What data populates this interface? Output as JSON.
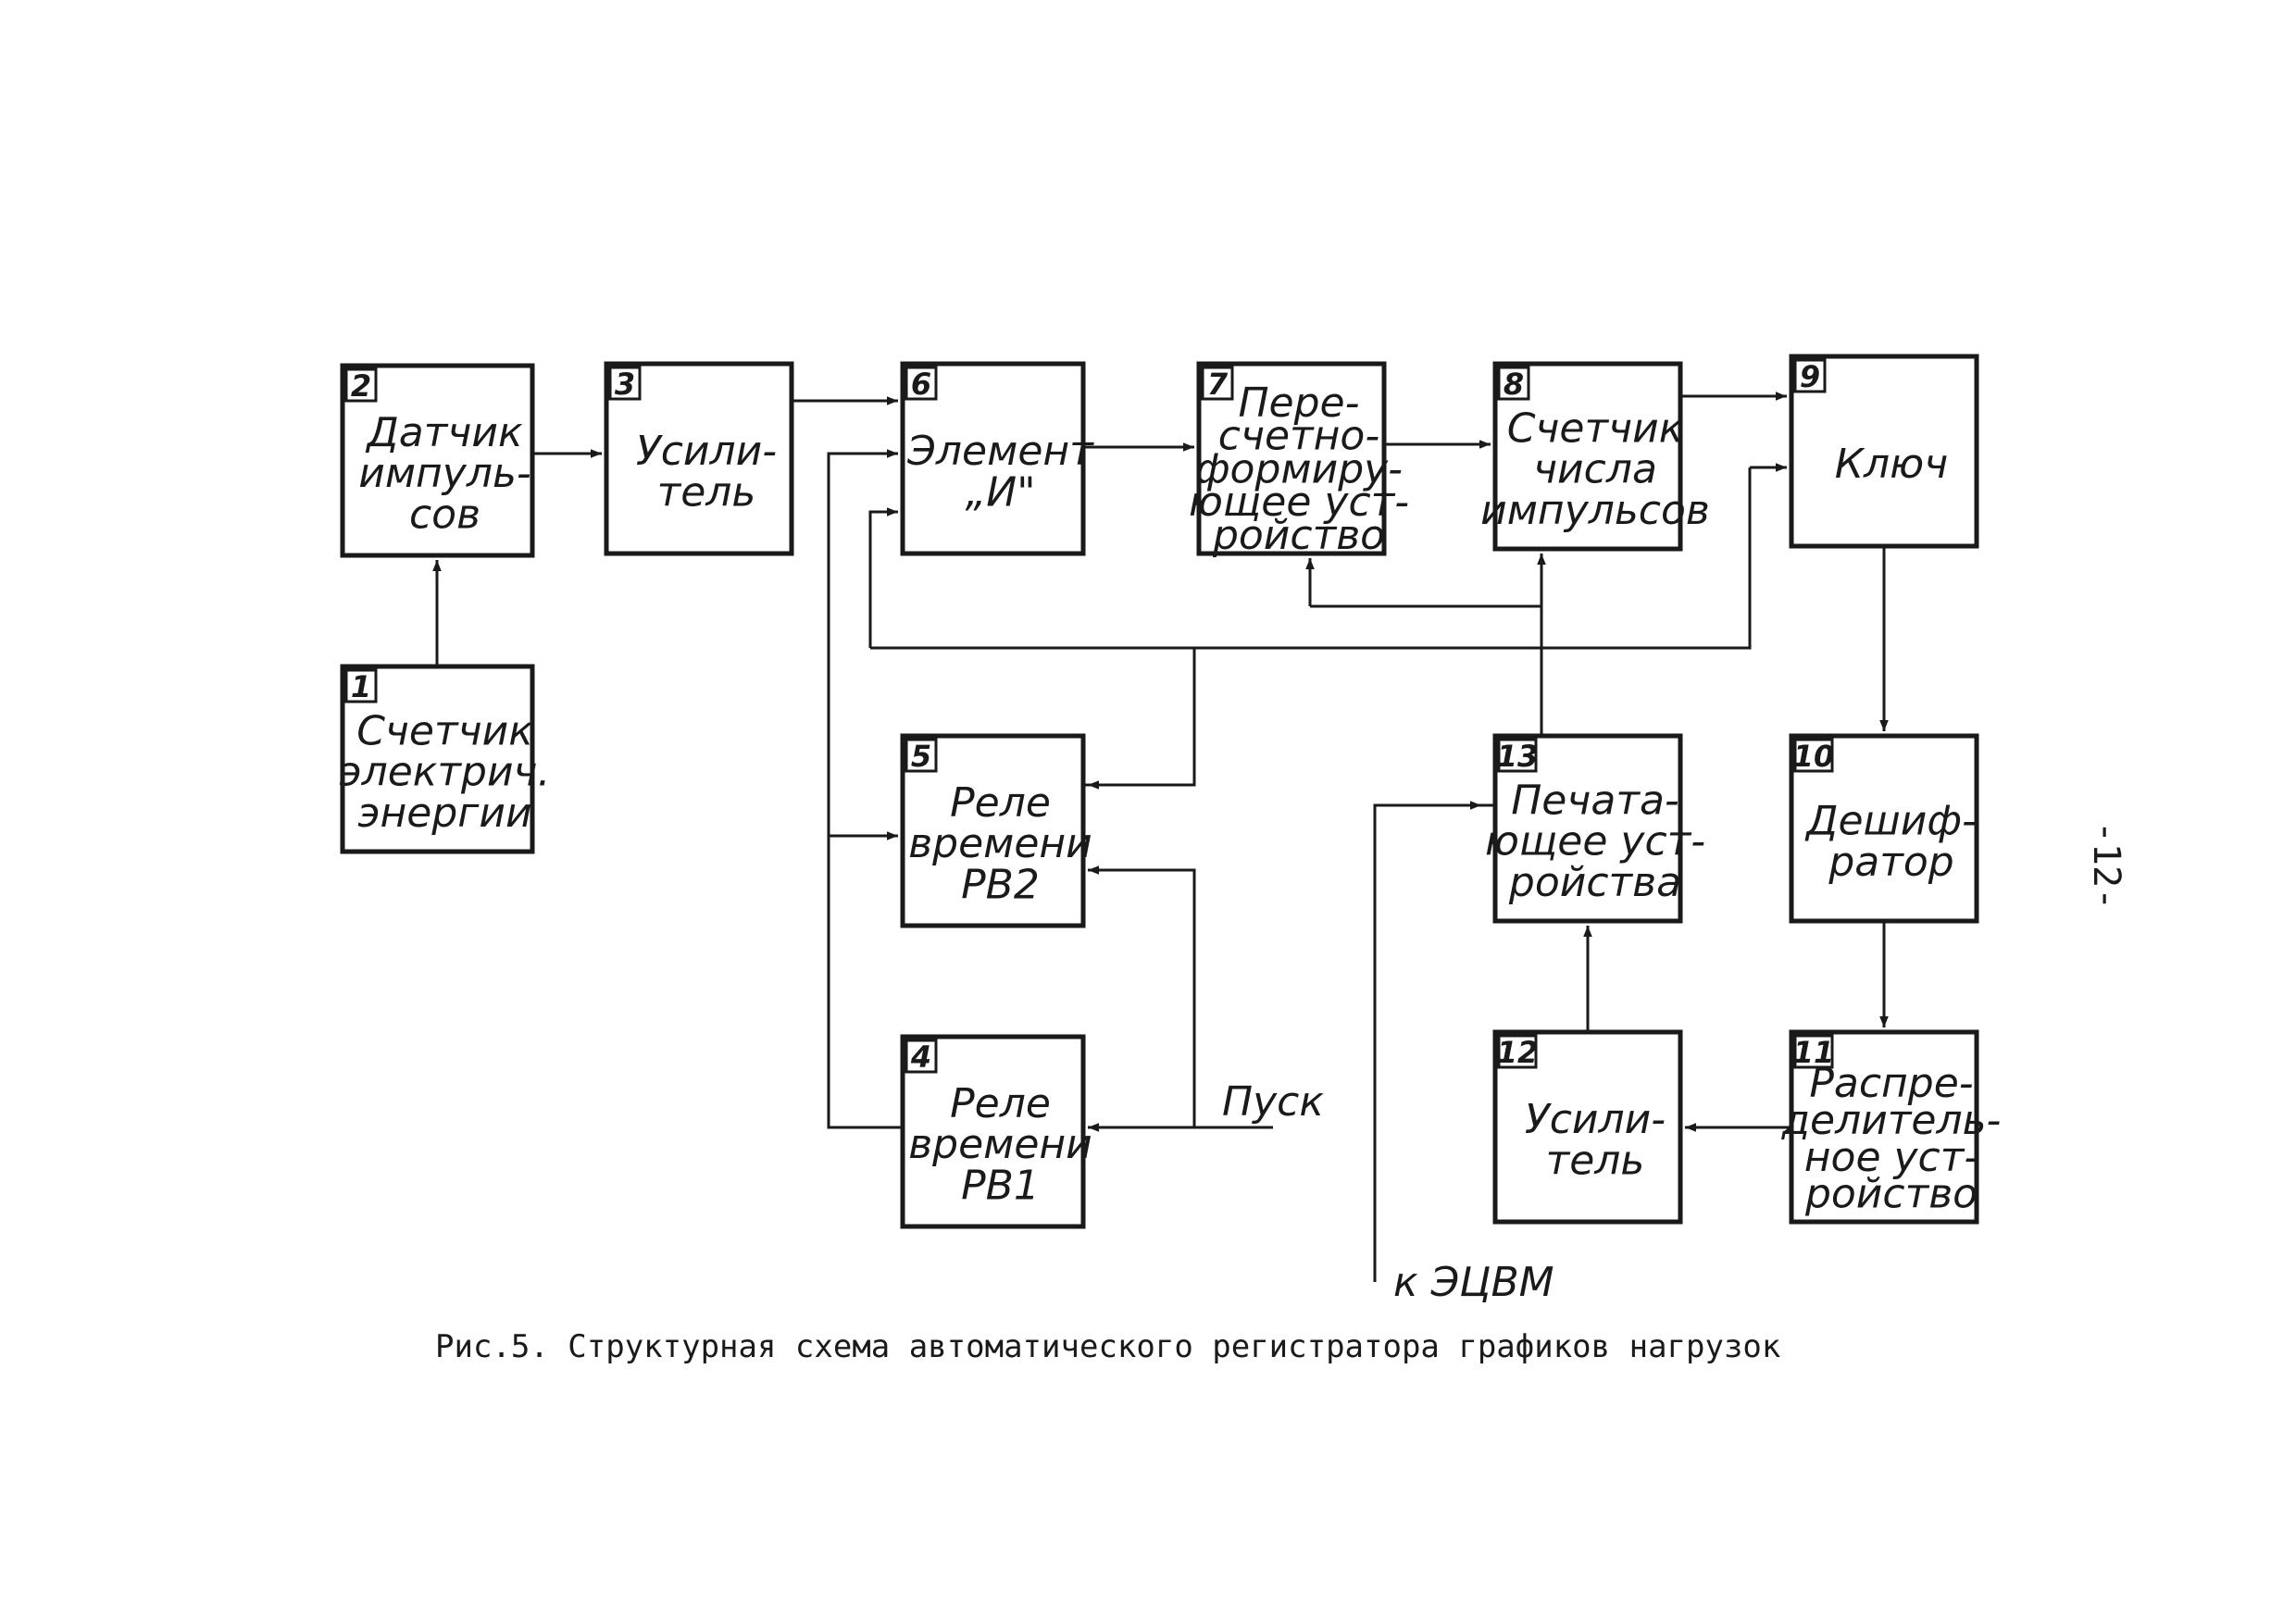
{
  "blocks": [
    {
      "id": "1",
      "number": "1",
      "lines": [
        "Счетчик",
        "электрич.",
        "энергии"
      ]
    },
    {
      "id": "2",
      "number": "2",
      "lines": [
        "Датчик",
        "импуль-",
        "сов"
      ]
    },
    {
      "id": "3",
      "number": "3",
      "lines": [
        "Усили-",
        "тель"
      ]
    },
    {
      "id": "4",
      "number": "4",
      "lines": [
        "Реле",
        "времени",
        "РВ1"
      ]
    },
    {
      "id": "5",
      "number": "5",
      "lines": [
        "Реле",
        "времени",
        "РВ2"
      ]
    },
    {
      "id": "6",
      "number": "6",
      "lines": [
        "Элемент",
        "„И\""
      ]
    },
    {
      "id": "7",
      "number": "7",
      "lines": [
        "Пере-",
        "счетно-",
        "формиру-",
        "ющее уст-",
        "ройство"
      ]
    },
    {
      "id": "8",
      "number": "8",
      "lines": [
        "Счетчик",
        "числа",
        "импульсов"
      ]
    },
    {
      "id": "9",
      "number": "9",
      "lines": [
        "Ключ"
      ]
    },
    {
      "id": "10",
      "number": "10",
      "lines": [
        "Дешиф-",
        "ратор"
      ]
    },
    {
      "id": "11",
      "number": "11",
      "lines": [
        "Распре-",
        "делитель-",
        "ное уст-",
        "ройство"
      ]
    },
    {
      "id": "12",
      "number": "12",
      "lines": [
        "Усили-",
        "тель"
      ]
    },
    {
      "id": "13",
      "number": "13",
      "lines": [
        "Печата-",
        "ющее уст-",
        "ройства"
      ]
    }
  ],
  "labels": {
    "start": "Пуск",
    "computer": "к ЭЦВМ"
  },
  "caption": "Рис.5. Структурная схема автоматического регистратора графиков нагрузок",
  "page_number": "-12-"
}
